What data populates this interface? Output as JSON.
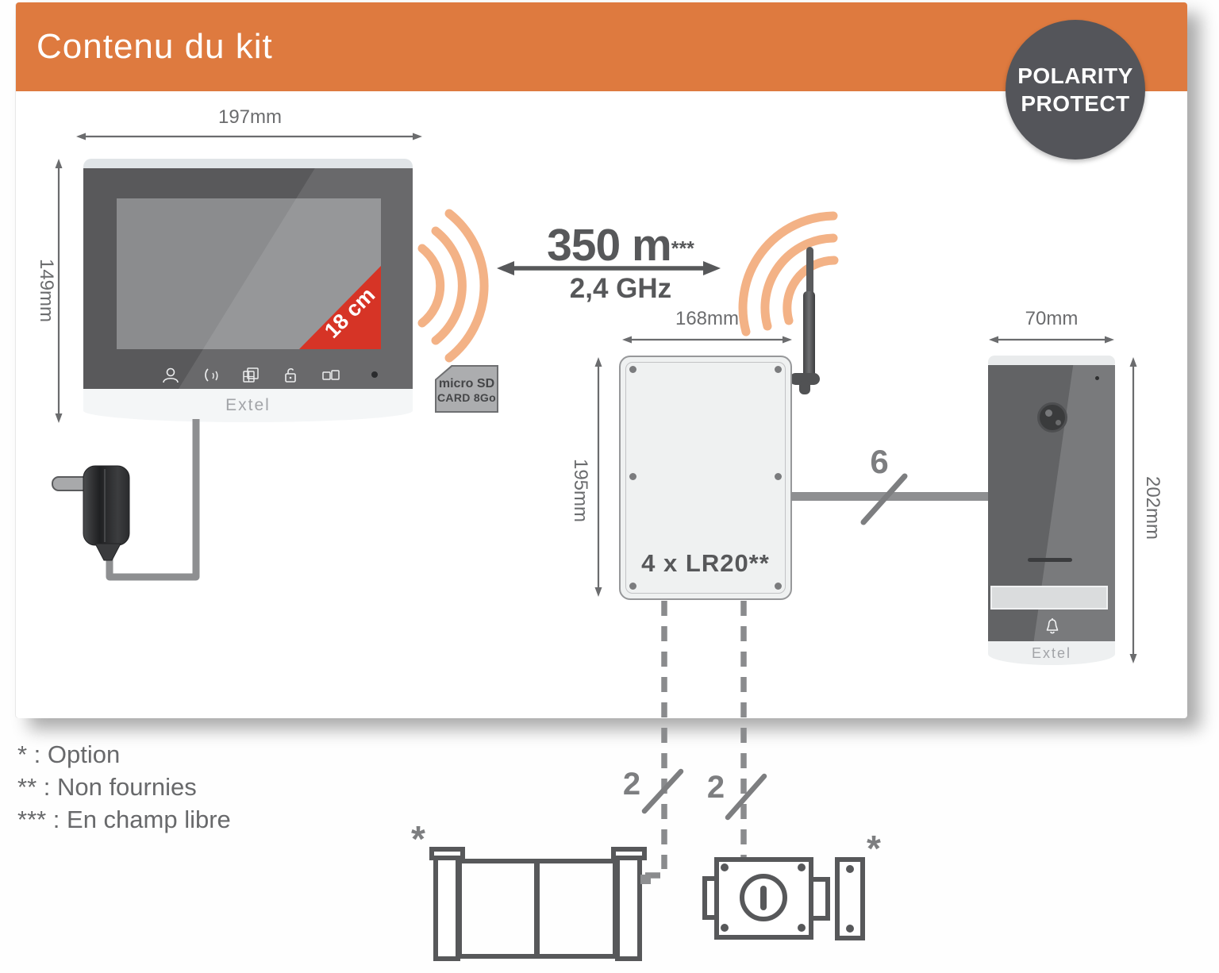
{
  "header": {
    "title": "Contenu du kit"
  },
  "badge": {
    "line1": "POLARITY",
    "line2": "PROTECT"
  },
  "monitor": {
    "width_label": "197mm",
    "height_label": "149mm",
    "screen_size": "18 cm",
    "brand": "Extel"
  },
  "link": {
    "range": "350 m",
    "range_sup": "***",
    "frequency": "2,4 GHz"
  },
  "sd_card": {
    "line1": "micro SD",
    "line2": "CARD 8Go"
  },
  "battery_box": {
    "width_label": "168mm",
    "height_label": "195mm",
    "batteries_label": "4 x LR20**"
  },
  "door_station": {
    "width_label": "70mm",
    "height_label": "202mm",
    "brand": "Extel"
  },
  "wires": {
    "station_wire": "6",
    "gate_wire": "2",
    "lock_wire": "2"
  },
  "legend": {
    "items": [
      "* : Option",
      "** : Non fournies",
      "*** : En champ libre"
    ]
  },
  "marks": {
    "gate": "*",
    "lock": "*"
  },
  "colors": {
    "accent_orange": "#DE7A3F",
    "badge_gray": "#54555A",
    "diagram_gray": "#57585A",
    "wave_orange": "#F3B286",
    "screen_red": "#D63426",
    "wire_gray": "#8E8F91"
  }
}
